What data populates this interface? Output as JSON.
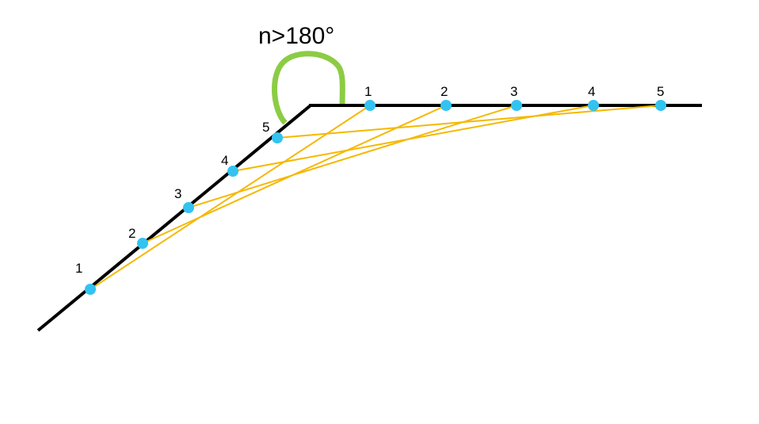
{
  "angle_label": "n>180°",
  "colors": {
    "arms": "#000000",
    "threads": "#f5b800",
    "points": "#33c3f0",
    "angle_arc": "#8ccc44"
  },
  "left_arm": {
    "labels": [
      "1",
      "2",
      "3",
      "4",
      "5"
    ]
  },
  "right_arm": {
    "labels": [
      "1",
      "2",
      "3",
      "4",
      "5"
    ]
  },
  "connections": [
    {
      "left": "1",
      "right": "1"
    },
    {
      "left": "2",
      "right": "2"
    },
    {
      "left": "3",
      "right": "3"
    },
    {
      "left": "4",
      "right": "4"
    },
    {
      "left": "5",
      "right": "5"
    }
  ]
}
